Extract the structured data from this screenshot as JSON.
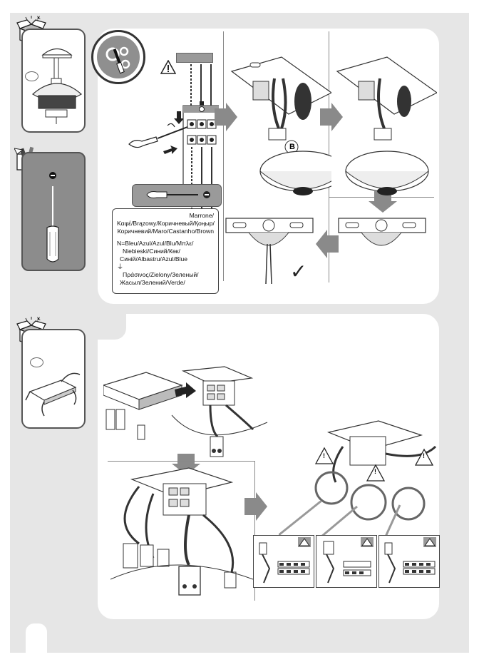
{
  "colors": {
    "page_bg": "#e6e6e6",
    "panel": "#ffffff",
    "arrow": "#8a8a8a",
    "card_gray": "#8c8c8c",
    "check": "#222222"
  },
  "step1": {
    "unbox_icon": "open-box-icon",
    "tools_icon": "screwdriver-gear-icon",
    "warning_icon": "warning-triangle-icon",
    "earth_symbol": "⏚",
    "label": {
      "brown_line1": "Marrone/",
      "brown_line2": "Καφέ/Brązowy/Коричневый/Қоңыр/",
      "brown_line3": "Коричневий/Maro/Castanho/Brown",
      "blue_line1": "N=Bleu/Azul/Azul/Blu/Μπλε/",
      "blue_line2": "Niebieski/Синий/Көк/",
      "blue_line3": "Синій/Albastru/Azul/Blue",
      "earth_glyph": "⏚",
      "green_line1": "Πράσινος/Zielony/Зеленый/",
      "green_line2": "Жасыл/Зелений/Verde/"
    },
    "callout_letter": "B",
    "check_glyph": "✓"
  },
  "step2": {
    "unbox_icon": "open-box-icon",
    "warning_icon": "warning-triangle-icon",
    "callout_warn": "!"
  }
}
